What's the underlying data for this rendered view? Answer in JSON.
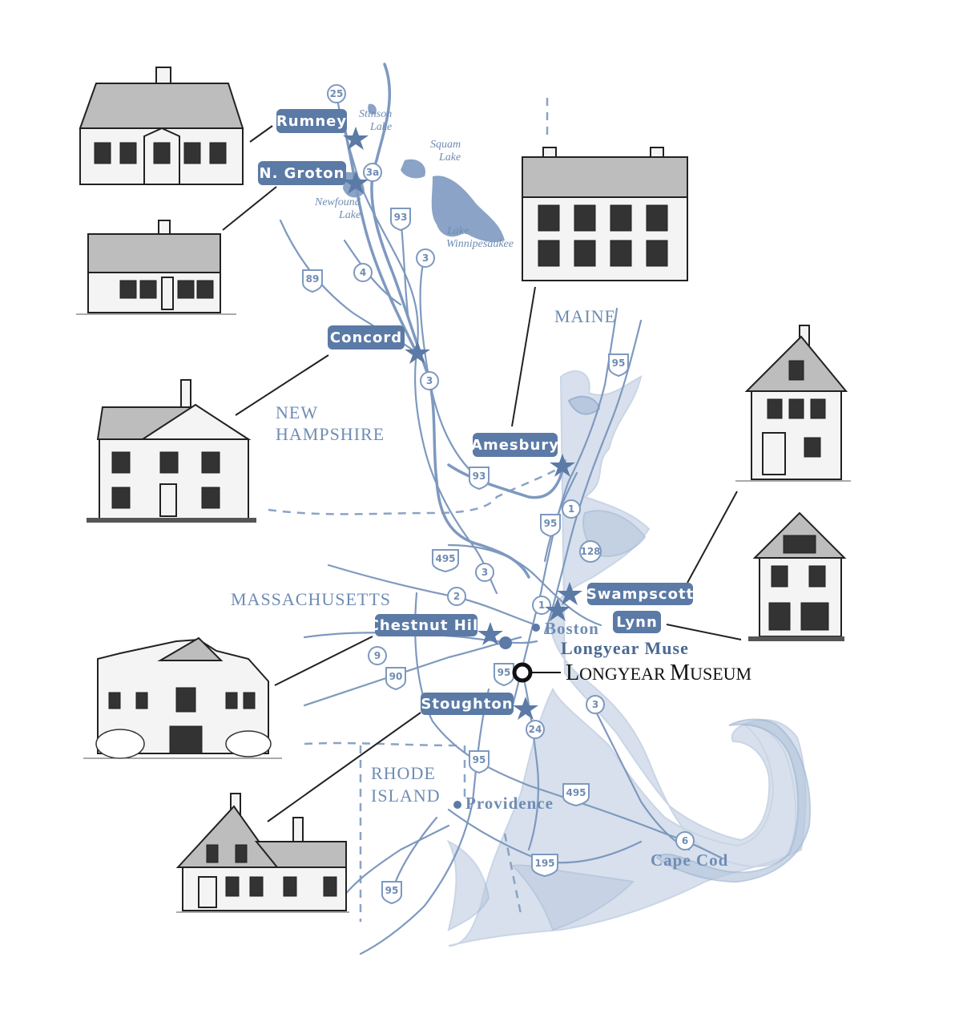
{
  "regions": {
    "maine": "MAINE",
    "new_hampshire_1": "NEW",
    "new_hampshire_2": "HAMPSHIRE",
    "massachusetts": "MASSACHUSETTS",
    "rhode_island_1": "RHODE",
    "rhode_island_2": "ISLAND"
  },
  "water": {
    "stinson_1": "Stinson",
    "stinson_2": "Lake",
    "squam_1": "Squam",
    "squam_2": "Lake",
    "newfound_1": "Newfound",
    "newfound_2": "Lake",
    "winnipesaukee_1": "Lake",
    "winnipesaukee_2": "Winnipesaukee"
  },
  "sites": {
    "rumney": "Rumney",
    "n_groton": "N. Groton",
    "concord": "Concord",
    "amesbury": "Amesbury",
    "swampscott": "Swampscott",
    "lynn": "Lynn",
    "chestnut_hill": "Chestnut Hill",
    "stoughton": "Stoughton"
  },
  "cities": {
    "boston": "Boston",
    "longyear_partial": "Longyear Muse",
    "providence": "Providence",
    "cape_cod": "Cape Cod"
  },
  "museum": {
    "label_big": "L",
    "label_rest": "ONGYEAR ",
    "label_big2": "M",
    "label_rest2": "USEUM"
  },
  "routes": [
    "25",
    "3a",
    "93",
    "3",
    "4",
    "89",
    "3",
    "95",
    "93",
    "1",
    "95",
    "128",
    "495",
    "3",
    "2",
    "1",
    "9",
    "90",
    "95",
    "3",
    "24",
    "95",
    "495",
    "6",
    "195",
    "95"
  ]
}
